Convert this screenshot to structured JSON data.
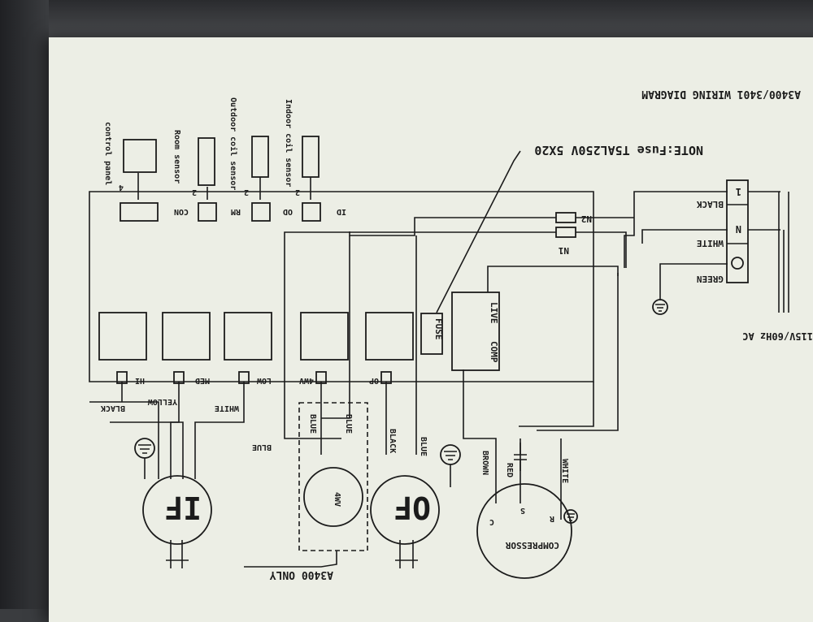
{
  "title": "A3400/3401 WIRING DIAGRAM",
  "note": "NOTE:Fuse T5AL250V 5X20",
  "supply": "115V/60Hz AC",
  "terminal": {
    "pin1": "1",
    "pin2": "N"
  },
  "wires": {
    "black": "BLACK",
    "white": "WHITE",
    "green": "GREEN",
    "yellow": "YELLOW",
    "blue": "BLUE",
    "brown": "BROWN",
    "red": "RED"
  },
  "relays": {
    "hi": "HI",
    "med": "MED",
    "low": "LOW",
    "fourway": "4WV",
    "op": "OP"
  },
  "board": {
    "live": "LIVE",
    "comp": "COMP",
    "fuse": "FUSE",
    "n1": "N1",
    "n2": "N2"
  },
  "connectors": {
    "con": "CON",
    "rm": "RM",
    "od": "OD",
    "id": "ID"
  },
  "sensors": {
    "control_panel": "control panel",
    "room": "Room sensor",
    "outdoor": "Outdoor coil sensor",
    "indoor": "Indoor coil sensor",
    "count_4": "4",
    "count_2": "2"
  },
  "components": {
    "indoor_fan": "IF",
    "outdoor_fan": "OF",
    "valve": "4WV",
    "compressor": "COMPRESSOR",
    "c": "C",
    "s": "S",
    "r": "R"
  },
  "a3400_only": "A3400 ONLY"
}
